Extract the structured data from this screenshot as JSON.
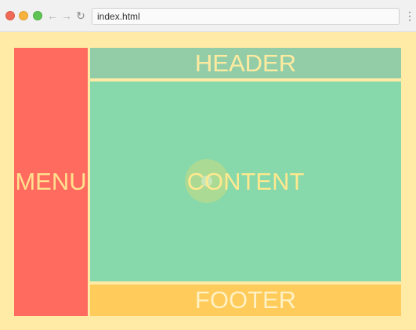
{
  "browser": {
    "address": "index.html",
    "icons": {
      "back": "arrow-left",
      "forward": "arrow-right",
      "reload": "reload",
      "menu": "vertical-ellipsis"
    }
  },
  "page": {
    "menu_label": "MENU",
    "header_label": "HEADER",
    "content_label": "CONTENT",
    "footer_label": "FOOTER"
  },
  "colors": {
    "page_bg": "#ffeba6",
    "menu_bg": "#ff6b5f",
    "header_bg": "#93cda8",
    "content_bg": "#87d8ab",
    "footer_bg": "#ffcb5a"
  }
}
